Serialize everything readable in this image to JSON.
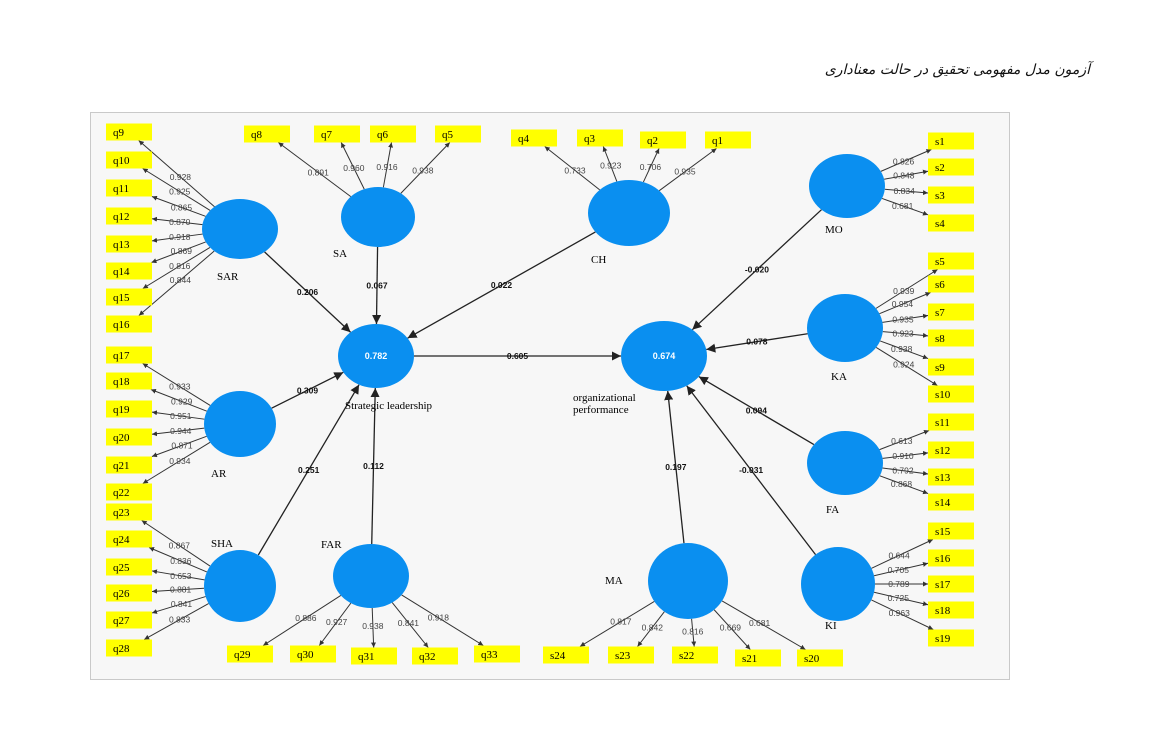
{
  "caption": "آزمون مدل مفهومی تحقیق در حالت معناداری",
  "latent": [
    {
      "id": "SAR",
      "label": "SAR",
      "r2": ""
    },
    {
      "id": "SA",
      "label": "SA",
      "r2": ""
    },
    {
      "id": "CH",
      "label": "CH",
      "r2": ""
    },
    {
      "id": "MO",
      "label": "MO",
      "r2": ""
    },
    {
      "id": "SL",
      "label": "Strategic leadership",
      "r2": "0.782"
    },
    {
      "id": "OP",
      "label": "organizational performance",
      "r2": "0.674"
    },
    {
      "id": "AR",
      "label": "AR",
      "r2": ""
    },
    {
      "id": "KA",
      "label": "KA",
      "r2": ""
    },
    {
      "id": "FA",
      "label": "FA",
      "r2": ""
    },
    {
      "id": "SHA",
      "label": "SHA",
      "r2": ""
    },
    {
      "id": "FAR",
      "label": "FAR",
      "r2": ""
    },
    {
      "id": "MA",
      "label": "MA",
      "r2": ""
    },
    {
      "id": "KI",
      "label": "KI",
      "r2": ""
    }
  ],
  "indicators": {
    "SAR": [
      {
        "name": "q9",
        "load": "0.928"
      },
      {
        "name": "q10",
        "load": "0.925"
      },
      {
        "name": "q11",
        "load": "0.865"
      },
      {
        "name": "q12",
        "load": "0.870"
      },
      {
        "name": "q13",
        "load": "0.918"
      },
      {
        "name": "q14",
        "load": "0.869"
      },
      {
        "name": "q15",
        "load": "0.816"
      },
      {
        "name": "q16",
        "load": "0.844"
      }
    ],
    "SA": [
      {
        "name": "q8",
        "load": "0.891"
      },
      {
        "name": "q7",
        "load": "0.960"
      },
      {
        "name": "q6",
        "load": "0.916"
      },
      {
        "name": "q5",
        "load": "0.938"
      }
    ],
    "CH": [
      {
        "name": "q4",
        "load": "0.733"
      },
      {
        "name": "q3",
        "load": "0.923"
      },
      {
        "name": "q2",
        "load": "0.706"
      },
      {
        "name": "q1",
        "load": "0.935"
      }
    ],
    "MO": [
      {
        "name": "s1",
        "load": "0.826"
      },
      {
        "name": "s2",
        "load": "0.848"
      },
      {
        "name": "s3",
        "load": "0.834"
      },
      {
        "name": "s4",
        "load": "0.681"
      }
    ],
    "AR": [
      {
        "name": "q17",
        "load": "0.933"
      },
      {
        "name": "q18",
        "load": "0.929"
      },
      {
        "name": "q19",
        "load": "0.951"
      },
      {
        "name": "q20",
        "load": "0.944"
      },
      {
        "name": "q21",
        "load": "0.871"
      },
      {
        "name": "q22",
        "load": "0.934"
      }
    ],
    "KA": [
      {
        "name": "s5",
        "load": "0.939"
      },
      {
        "name": "s6",
        "load": "0.954"
      },
      {
        "name": "s7",
        "load": "0.935"
      },
      {
        "name": "s8",
        "load": "0.923"
      },
      {
        "name": "s9",
        "load": "0.938"
      },
      {
        "name": "s10",
        "load": "0.924"
      }
    ],
    "FA": [
      {
        "name": "s11",
        "load": "0.613"
      },
      {
        "name": "s12",
        "load": "0.910"
      },
      {
        "name": "s13",
        "load": "0.792"
      },
      {
        "name": "s14",
        "load": "0.868"
      }
    ],
    "SHA": [
      {
        "name": "q23",
        "load": "0.867"
      },
      {
        "name": "q24",
        "load": "0.836"
      },
      {
        "name": "q25",
        "load": "0.653"
      },
      {
        "name": "q26",
        "load": "0.881"
      },
      {
        "name": "q27",
        "load": "0.841"
      },
      {
        "name": "q28",
        "load": "0.833"
      }
    ],
    "FAR": [
      {
        "name": "q29",
        "load": "0.886"
      },
      {
        "name": "q30",
        "load": "0.927"
      },
      {
        "name": "q31",
        "load": "0.938"
      },
      {
        "name": "q32",
        "load": "0.841"
      },
      {
        "name": "q33",
        "load": "0.918"
      }
    ],
    "MA": [
      {
        "name": "s24",
        "load": "0.817"
      },
      {
        "name": "s23",
        "load": "0.842"
      },
      {
        "name": "s22",
        "load": "0.816"
      },
      {
        "name": "s21",
        "load": "0.669"
      },
      {
        "name": "s20",
        "load": "0.681"
      }
    ],
    "KI": [
      {
        "name": "s15",
        "load": "0.644"
      },
      {
        "name": "s16",
        "load": "0.705"
      },
      {
        "name": "s17",
        "load": "0.789"
      },
      {
        "name": "s18",
        "load": "0.725"
      },
      {
        "name": "s19",
        "load": "0.963"
      }
    ]
  },
  "paths": [
    {
      "from": "SAR",
      "to": "SL",
      "coef": "0.206"
    },
    {
      "from": "SA",
      "to": "SL",
      "coef": "0.067"
    },
    {
      "from": "CH",
      "to": "SL",
      "coef": "0.022"
    },
    {
      "from": "AR",
      "to": "SL",
      "coef": "0.309"
    },
    {
      "from": "SHA",
      "to": "SL",
      "coef": "0.251"
    },
    {
      "from": "FAR",
      "to": "SL",
      "coef": "0.112"
    },
    {
      "from": "SL",
      "to": "OP",
      "coef": "0.605"
    },
    {
      "from": "MO",
      "to": "OP",
      "coef": "-0.020"
    },
    {
      "from": "KA",
      "to": "OP",
      "coef": "0.078"
    },
    {
      "from": "FA",
      "to": "OP",
      "coef": "0.094"
    },
    {
      "from": "KI",
      "to": "OP",
      "coef": "-0.031"
    },
    {
      "from": "MA",
      "to": "OP",
      "coef": "0.197"
    }
  ]
}
